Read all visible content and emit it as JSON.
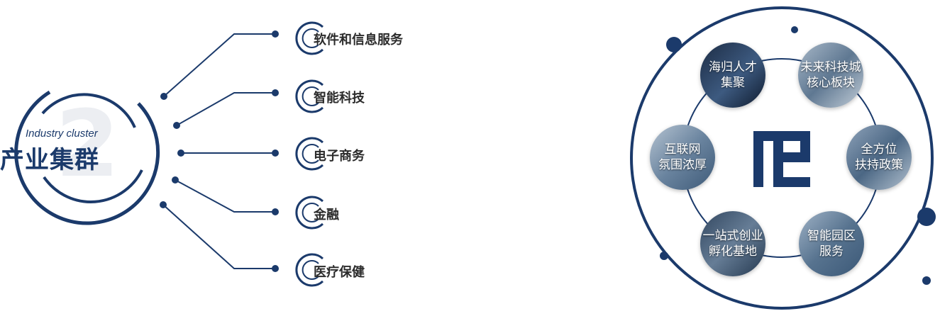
{
  "colors": {
    "navy": "#1b3a6b",
    "text": "#2b2b2b",
    "ghost": "#eceef2"
  },
  "left": {
    "title_en": "Industry cluster",
    "title_cn": "产业集群",
    "ghost_glyph": "2",
    "branches": [
      {
        "label": "软件和信息服务"
      },
      {
        "label": "智能科技"
      },
      {
        "label": "电子商务"
      },
      {
        "label": "金融"
      },
      {
        "label": "医疗保健"
      }
    ]
  },
  "right": {
    "nodes": [
      {
        "line1": "海归人才",
        "line2": "集聚"
      },
      {
        "line1": "未来科技城",
        "line2": "核心板块"
      },
      {
        "line1": "全方位",
        "line2": "扶持政策"
      },
      {
        "line1": "智能园区",
        "line2": "服务"
      },
      {
        "line1": "一站式创业",
        "line2": "孵化基地"
      },
      {
        "line1": "互联网",
        "line2": "氛围浓厚"
      }
    ]
  }
}
